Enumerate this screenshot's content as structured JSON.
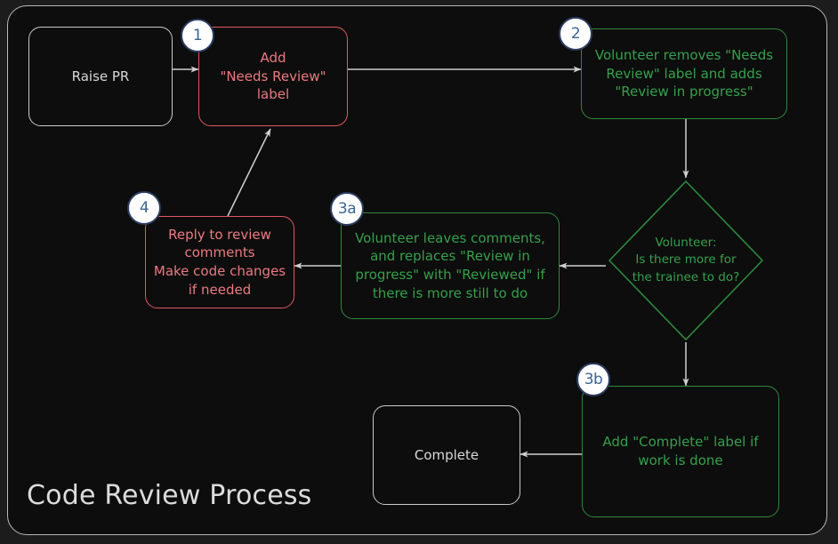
{
  "diagram": {
    "title": "Code Review Process",
    "type": "flowchart",
    "background_color": "#0d0d0d",
    "page_color": "#1c1c1c",
    "colors": {
      "neutral_border": "#c9c9c9",
      "neutral_text": "#d8d8d8",
      "red_border": "#e0585f",
      "red_text": "#ec7a80",
      "green_border": "#2e8a3e",
      "green_text": "#36a04c",
      "badge_fill": "#ffffff",
      "badge_border": "#2b3c60",
      "badge_text": "#3a6494",
      "edge": "#cfcfcf"
    }
  },
  "nodes": {
    "raise_pr": {
      "label": "Raise PR",
      "shape": "rounded-rect",
      "style": "neutral"
    },
    "add_needs_review": {
      "badge": "1",
      "line1": "Add",
      "line2": "\"Needs Review\"",
      "line3": "label",
      "shape": "rounded-rect",
      "style": "red"
    },
    "volunteer_relabel": {
      "badge": "2",
      "line1": "Volunteer removes \"Needs",
      "line2": "Review\" label and adds",
      "line3": "\"Review in progress\"",
      "shape": "rounded-rect",
      "style": "green"
    },
    "decision_more_work": {
      "line1": "Volunteer:",
      "line2": "Is there more for",
      "line3": "the trainee to do?",
      "shape": "diamond",
      "style": "green"
    },
    "volunteer_comments": {
      "badge": "3a",
      "line1": "Volunteer leaves comments,",
      "line2": "and replaces \"Review in",
      "line3": "progress\" with \"Reviewed\" if",
      "line4": "there is more still to do",
      "shape": "rounded-rect",
      "style": "green"
    },
    "reply_to_comments": {
      "badge": "4",
      "line1": "Reply to review",
      "line2": "comments",
      "line3": "Make code changes",
      "line4": "if needed",
      "shape": "rounded-rect",
      "style": "red"
    },
    "add_complete_label": {
      "badge": "3b",
      "line1": "Add \"Complete\" label if",
      "line2": "work is done",
      "shape": "rounded-rect",
      "style": "green"
    },
    "complete": {
      "label": "Complete",
      "shape": "rounded-rect",
      "style": "neutral"
    }
  },
  "edges": [
    {
      "from": "raise_pr",
      "to": "add_needs_review",
      "direction": "right"
    },
    {
      "from": "add_needs_review",
      "to": "volunteer_relabel",
      "direction": "right"
    },
    {
      "from": "volunteer_relabel",
      "to": "decision_more_work",
      "direction": "down"
    },
    {
      "from": "decision_more_work",
      "to": "volunteer_comments",
      "direction": "left"
    },
    {
      "from": "volunteer_comments",
      "to": "reply_to_comments",
      "direction": "left"
    },
    {
      "from": "reply_to_comments",
      "to": "add_needs_review",
      "direction": "up-right"
    },
    {
      "from": "decision_more_work",
      "to": "add_complete_label",
      "direction": "down"
    },
    {
      "from": "add_complete_label",
      "to": "complete",
      "direction": "left"
    }
  ]
}
